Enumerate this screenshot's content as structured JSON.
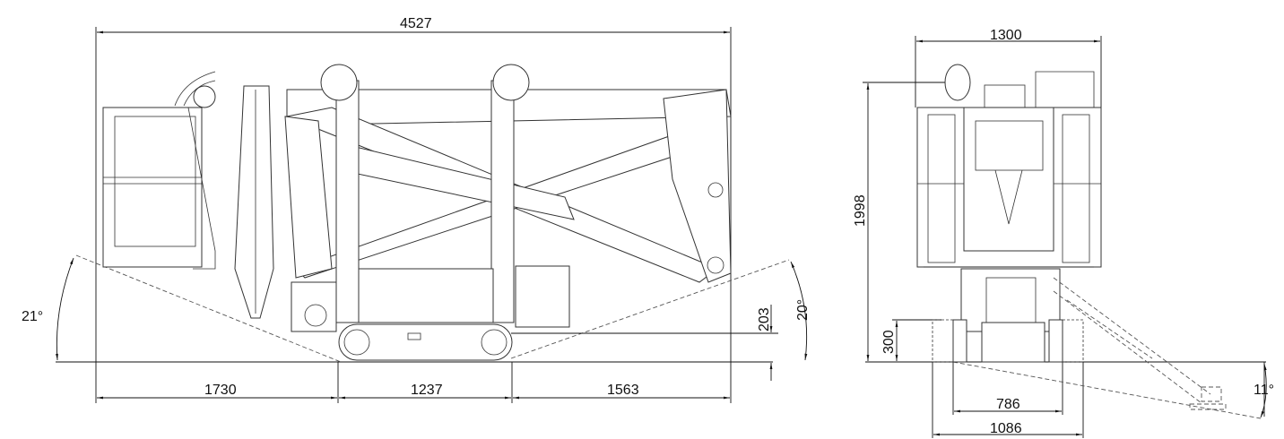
{
  "side_view": {
    "overall_length": "4527",
    "rear_overhang": "1730",
    "track_length": "1237",
    "front_overhang": "1563",
    "rear_angle": "21°",
    "front_angle": "20°",
    "ground_clearance": "203"
  },
  "front_view": {
    "overall_width": "1300",
    "overall_height": "1998",
    "track_height": "300",
    "track_width_inner": "786",
    "track_width_outer": "1086",
    "outrigger_angle": "11°"
  }
}
